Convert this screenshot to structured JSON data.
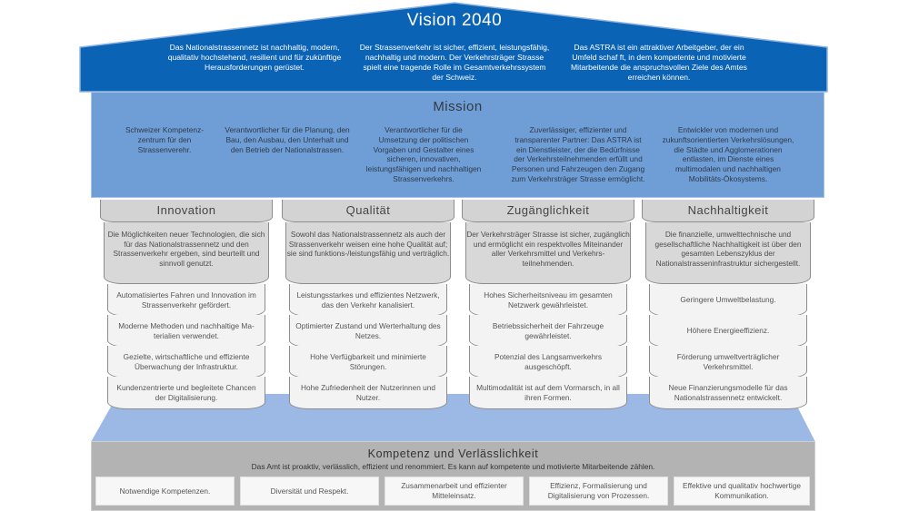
{
  "vision": {
    "title": "Vision 2040",
    "columns": [
      "Das Nationalstrassennetz ist nachhaltig, modern, qualitativ hochstehend, resilient und für zukünftige Herausforderungen gerüstet.",
      "Der Strassenverkehr ist sicher, effizient, leistungsfähig, nachhaltig und modern. Der Verkehrsträger Strasse spielt eine tragende Rolle im Gesamtverkehrssystem der Schweiz.",
      "Das ASTRA ist ein attraktiver Arbeitgeber, der ein Umfeld schaf ft, in dem kompetente und motivierte Mitarbeitende die anspruchsvollen Ziele des Amtes erreichen können."
    ]
  },
  "mission": {
    "title": "Mission",
    "columns": [
      "Schweizer Kompetenz-zentrum für den Strassenverehr.",
      "Verantwortlicher für die Planung, den Bau, den Ausbau, den Unterhalt und den Betrieb der Nationalstrassen.",
      "Verantwortlicher für die Umsetzung der politischen Vorgaben und Gestalter eines sicheren, innovativen, leistungsfähigen und nachhaltigen Strassenverkehrs.",
      "Zuverlässiger, effizienter und transparenter Partner: Das ASTRA ist ein Dienstleister, der die Bedürfnisse der Verkehrsteilnehmenden erfüllt und Personen und Fahrzeugen den Zugang zum Verkehrsträger Strasse ermöglicht.",
      "Entwickler von modernen und zukunftsorientierten Verkehrslösungen, die Städte und Agglomerationen entlasten, im Dienste eines multimodalen und nachhaltigen Mobilitäts-Ökosystems."
    ]
  },
  "pillars": [
    {
      "title": "Innovation",
      "description": "Die Möglichkeiten neuer Technologien, die sich für das Nationalstrassennetz und den Strassenverkehr ergeben, sind beurteilt und sinnvoll genutzt.",
      "layers": [
        "Automatisiertes Fahren und Innovation im Strassenverkehr gefördert.",
        "Moderne Methoden und nachhaltige Ma-terialien verwendet.",
        "Gezielte, wirtschaftliche und effiziente Überwachung der Infrastruktur.",
        "Kundenzentrierte und begleitete Chancen der Digitalisierung."
      ]
    },
    {
      "title": "Qualität",
      "description": "Sowohl das Nationalstrassennetz als auch der Strassenverkehr weisen eine hohe Qualität auf; sie sind funktions-/leistungsfähig und verträglich.",
      "layers": [
        "Leistungsstarkes und effizientes Netzwerk, das den Verkehr kanalisiert.",
        "Optimierter Zustand und Werterhaltung des Netzes.",
        "Hohe Verfügbarkeit und minimierte Störungen.",
        "Hohe Zufriedenheit der Nutzerinnen und Nutzer."
      ]
    },
    {
      "title": "Zugänglichkeit",
      "description": "Der Verkehrsträger Strasse ist sicher, zugänglich und ermöglicht ein respektvolles Miteinander aller Verkehrsmittel und Verkehrs-teilnehmenden.",
      "layers": [
        "Hohes Sicherheitsniveau im gesamten Netzwerk gewährleistet.",
        "Betriebssicherheit der Fahrzeuge gewährleistet.",
        "Potenzial des Langsamverkehrs ausgeschöpft.",
        "Multimodalität ist auf dem Vormarsch, in all ihren Formen."
      ]
    },
    {
      "title": "Nachhaltigkeit",
      "description": "Die finanzielle, umwelttechnische und gesellschaftliche Nachhaltigkeit ist über den gesamten Lebenszyklus der Nationalstrasseninfrastruktur sichergestellt.",
      "layers": [
        "Geringere Umweltbelastung.",
        "Höhere Energieeffizienz.",
        "Förderung umweltverträglicher Verkehrsmittel.",
        "Neue Finanzierungsmodelle für das Nationalstrassennetz entwickelt."
      ]
    }
  ],
  "foundation": {
    "title": "Kompetenz und Verlässlichkeit",
    "subtitle": "Das Amt ist proaktiv, verlässlich, effizient und renommiert. Es kann auf kompetente und motivierte Mitarbeitende zählen.",
    "boxes": [
      "Notwendige Kompetenzen.",
      "Diversität und Respekt.",
      "Zusammenarbeit und effizienter Mitteleinsatz.",
      "Effizienz, Formalisierung und Digitalisierung von Prozessen.",
      "Effektive und qualitativ hochwertige Kommunikation."
    ]
  },
  "colors": {
    "roof": "#0b63b6",
    "mission": "#6f9ed6",
    "base_platform": "#9bb9e4",
    "pillar_cap": "#d3d3d3",
    "foundation": "#b3b3b3"
  }
}
